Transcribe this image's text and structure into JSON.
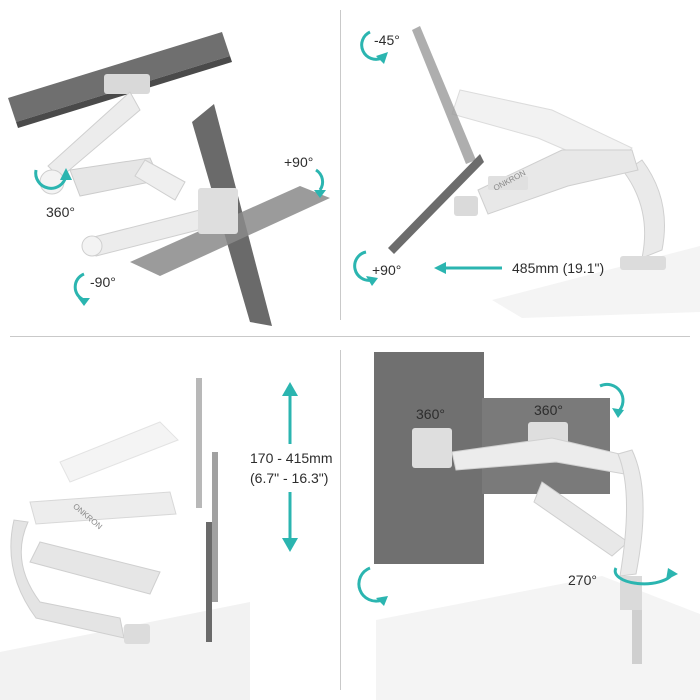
{
  "panels": {
    "rotation": {
      "label_360": "360°",
      "label_plus90": "+90°",
      "label_minus90": "-90°"
    },
    "tilt": {
      "label_minus45": "-45°",
      "label_plus90": "+90°",
      "extension": "485mm (19.1\")",
      "brand": "ONKRON"
    },
    "height": {
      "range_mm": "170 - 415mm",
      "range_in": "(6.7\" - 16.3\")",
      "brand": "ONKRON"
    },
    "dual": {
      "label_360_left": "360°",
      "label_360_right": "360°",
      "label_270": "270°"
    }
  },
  "colors": {
    "accent": "#2bb5b0",
    "monitor": "#6d6d6d",
    "arm": "#e9e9e9",
    "desk": "#f2f2f2"
  }
}
